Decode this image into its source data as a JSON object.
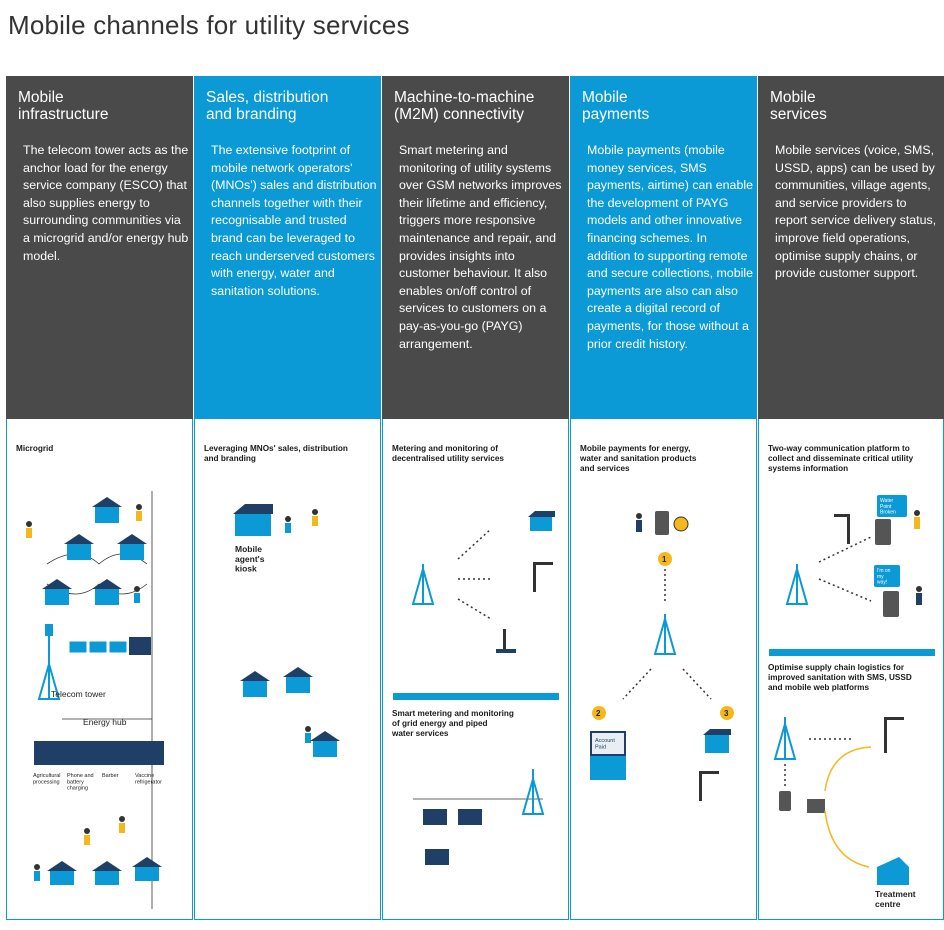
{
  "page_title": "Mobile channels for utility services",
  "columns": [
    {
      "title": "Mobile\ninfrastructure",
      "body": "The telecom tower acts as the anchor load for the energy service company (ESCO) that also supplies energy to surrounding communities via a microgrid and/or energy hub model.",
      "color": "#4a4a4a",
      "panel_label": "Microgrid",
      "labels": {
        "telecom_tower": "Telecom tower",
        "energy_hub": "Energy hub",
        "agri": "Agricultural\nprocessing",
        "phone": "Phone and\nbattery\ncharging",
        "barber": "Barber",
        "vaccine": "Vaccine\nrefrigerator"
      }
    },
    {
      "title": "Sales, distribution\nand branding",
      "body": "The extensive footprint of mobile network operators' (MNOs') sales and distribution channels together with their recognisable and trusted brand can be leveraged to reach underserved customers with energy, water and sanitation solutions.",
      "color": "#0b9ad5",
      "panel_label": "Leveraging MNOs' sales, distribution\nand branding",
      "labels": {
        "kiosk": "Mobile\nagent's\nkiosk"
      }
    },
    {
      "title": "Machine-to-machine\n(M2M) connectivity",
      "body": "Smart metering and monitoring of utility systems over GSM networks improves their lifetime and efficiency, triggers more responsive maintenance and repair, and provides insights into customer behaviour. It also enables on/off control of services to customers on a pay-as-you-go (PAYG) arrangement.",
      "color": "#4a4a4a",
      "panel_label": "Metering and monitoring of\ndecentralised utility services",
      "panel_label_2": "Smart metering and monitoring\nof grid energy and piped\nwater services"
    },
    {
      "title": "Mobile\npayments",
      "body": "Mobile payments (mobile money services, SMS payments, airtime) can enable the development of PAYG models and other innovative financing schemes. In addition to supporting remote and secure collections, mobile payments are also can also create a digital record of payments, for those without a prior credit history.",
      "color": "#0b9ad5",
      "panel_label": "Mobile payments for energy,\nwater and sanitation products\nand services",
      "labels": {
        "n1": "1",
        "n2": "2",
        "n3": "3",
        "account_paid": "Account\nPaid"
      }
    },
    {
      "title": "Mobile\nservices",
      "body": "Mobile services (voice, SMS, USSD, apps) can be used by communities, village agents, and service providers to report service delivery status, improve field operations, optimise supply chains, or provide customer support.",
      "color": "#4a4a4a",
      "panel_label": "Two-way communication platform to\ncollect and disseminate critical utility\nsystems information",
      "panel_label_2": "Optimise supply chain logistics for\nimproved sanitation with SMS, USSD\nand mobile web platforms",
      "labels": {
        "water_point": "Water\nPoint\nBroken",
        "on_my_way": "I'm on\nmy\nway!",
        "treatment": "Treatment\ncentre"
      }
    }
  ],
  "colors": {
    "blue": "#0b9ad5",
    "dark": "#4a4a4a",
    "yellow": "#f5b81c",
    "navy": "#1f3f66"
  }
}
